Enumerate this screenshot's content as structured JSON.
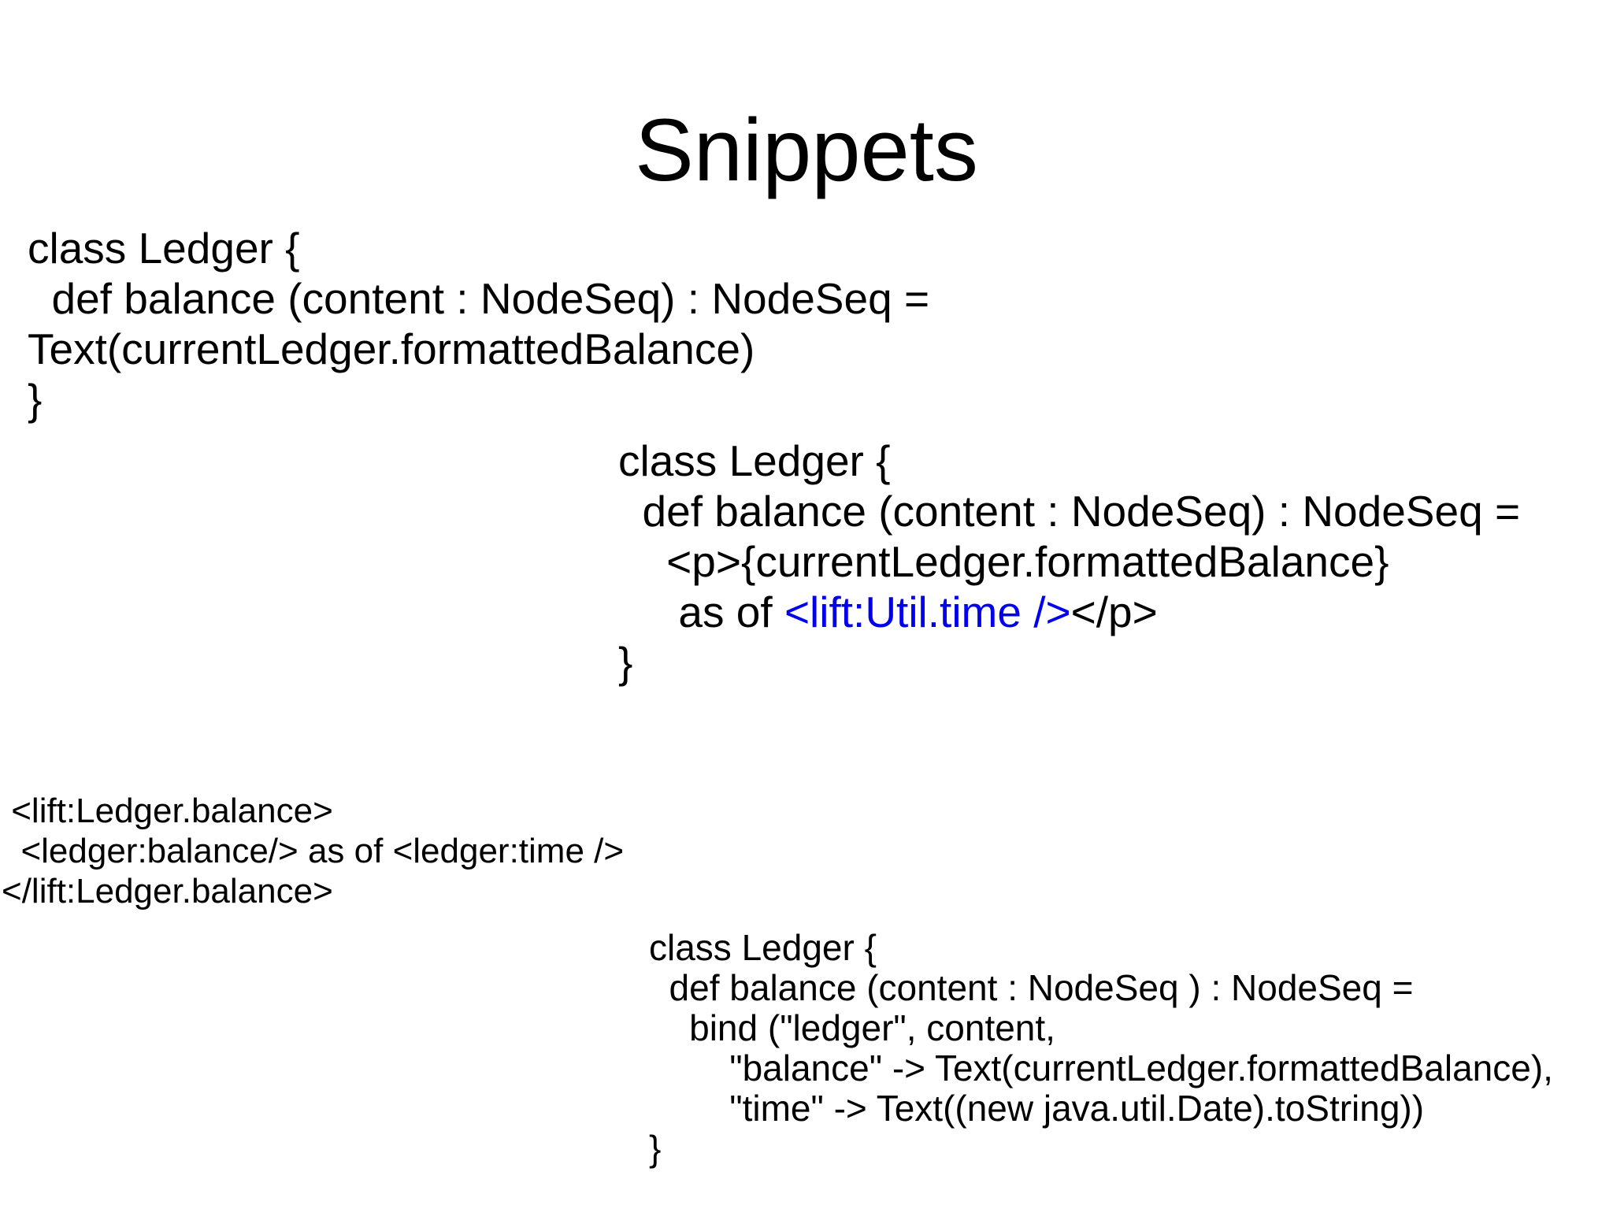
{
  "title": "Snippets",
  "colors": {
    "background": "#FFFFFF",
    "text": "#000000",
    "code_highlight": "#0000EE"
  },
  "code_blocks": {
    "ledger_text": {
      "lines": [
        "class Ledger {",
        "  def balance (content : NodeSeq) : NodeSeq =",
        "Text(currentLedger.formattedBalance)",
        "}"
      ]
    },
    "ledger_xml": {
      "lines": [
        "class Ledger {",
        "  def balance (content : NodeSeq) : NodeSeq =",
        "    <p>{currentLedger.formattedBalance}",
        [
          {
            "t": "     as of "
          },
          {
            "t": "<lift:Util.time />",
            "c": "code_highlight"
          },
          {
            "t": "</p>"
          }
        ],
        "}"
      ]
    },
    "lift_template": {
      "lines": [
        " <lift:Ledger.balance>",
        "  <ledger:balance/> as of <ledger:time />",
        "</lift:Ledger.balance>"
      ]
    },
    "ledger_bind": {
      "lines": [
        "class Ledger {",
        "  def balance (content : NodeSeq ) : NodeSeq =",
        "    bind (\"ledger\", content,",
        "        \"balance\" -> Text(currentLedger.formattedBalance),",
        "        \"time\" -> Text((new java.util.Date).toString))",
        "}"
      ]
    }
  }
}
